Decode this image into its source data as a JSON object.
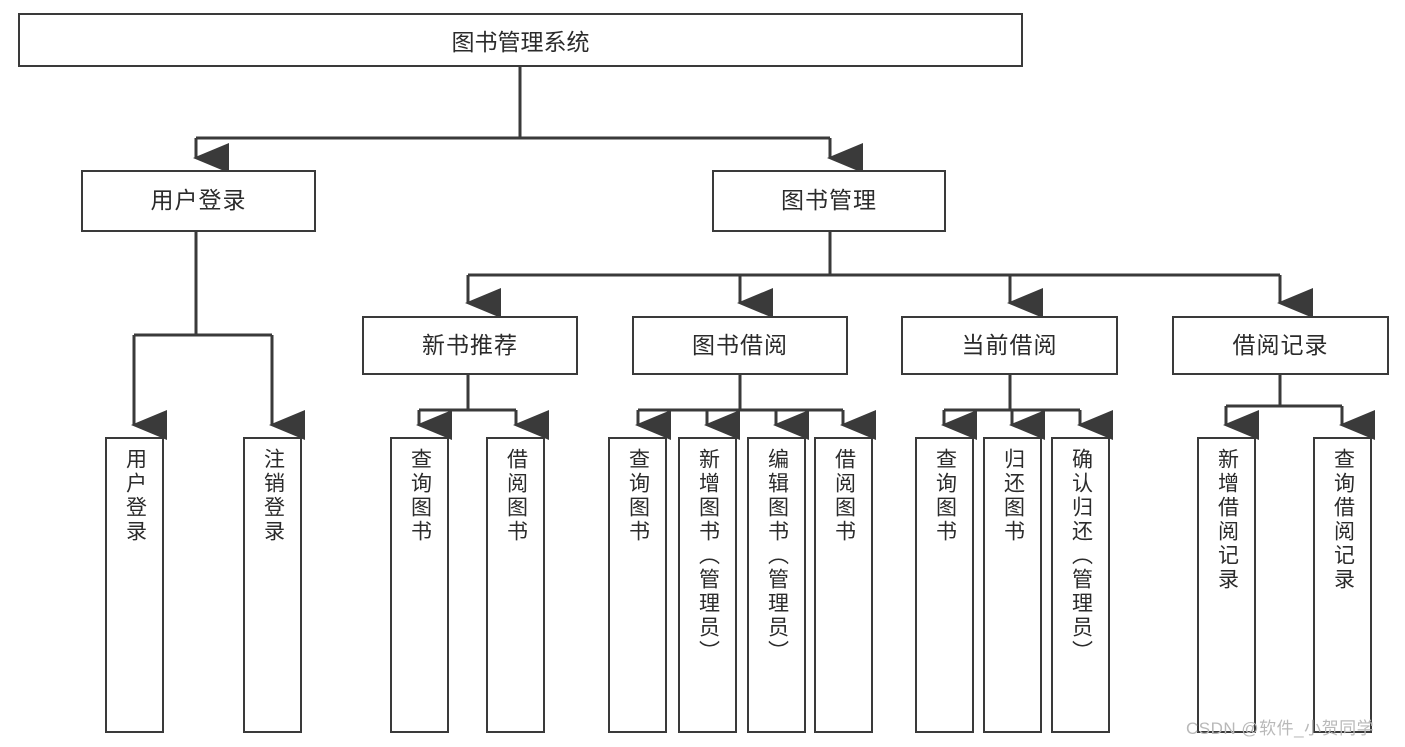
{
  "diagram": {
    "title": "图书管理系统",
    "type": "tree",
    "root": {
      "id": "root",
      "label": "图书管理系统"
    },
    "level2": [
      {
        "id": "user-login",
        "label": "用户登录"
      },
      {
        "id": "book-management",
        "label": "图书管理"
      }
    ],
    "level3": [
      {
        "id": "new-book-recommend",
        "label": "新书推荐"
      },
      {
        "id": "book-borrow",
        "label": "图书借阅"
      },
      {
        "id": "current-borrow",
        "label": "当前借阅"
      },
      {
        "id": "borrow-record",
        "label": "借阅记录"
      }
    ],
    "leaves": [
      {
        "id": "leaf-user-login",
        "label": "用户登录",
        "parent": "user-login"
      },
      {
        "id": "leaf-logout",
        "label": "注销登录",
        "parent": "user-login"
      },
      {
        "id": "leaf-query-book-1",
        "label": "查询图书",
        "parent": "new-book-recommend"
      },
      {
        "id": "leaf-borrow-book-1",
        "label": "借阅图书",
        "parent": "new-book-recommend"
      },
      {
        "id": "leaf-query-book-2",
        "label": "查询图书",
        "parent": "book-borrow"
      },
      {
        "id": "leaf-add-book",
        "label": "新增图书（管理员）",
        "parent": "book-borrow"
      },
      {
        "id": "leaf-edit-book",
        "label": "编辑图书（管理员）",
        "parent": "book-borrow"
      },
      {
        "id": "leaf-borrow-book-2",
        "label": "借阅图书",
        "parent": "book-borrow"
      },
      {
        "id": "leaf-query-book-3",
        "label": "查询图书",
        "parent": "current-borrow"
      },
      {
        "id": "leaf-return-book",
        "label": "归还图书",
        "parent": "current-borrow"
      },
      {
        "id": "leaf-confirm-return",
        "label": "确认归还（管理员）",
        "parent": "current-borrow"
      },
      {
        "id": "leaf-add-record",
        "label": "新增借阅记录",
        "parent": "borrow-record"
      },
      {
        "id": "leaf-query-record",
        "label": "查询借阅记录",
        "parent": "borrow-record"
      }
    ],
    "colors": {
      "stroke": "#3a3a3a",
      "background": "#ffffff",
      "text": "#2b2b2b",
      "watermark": "#b9b9b9"
    }
  },
  "watermark": {
    "text": "CSDN @软件_小贺同学"
  }
}
